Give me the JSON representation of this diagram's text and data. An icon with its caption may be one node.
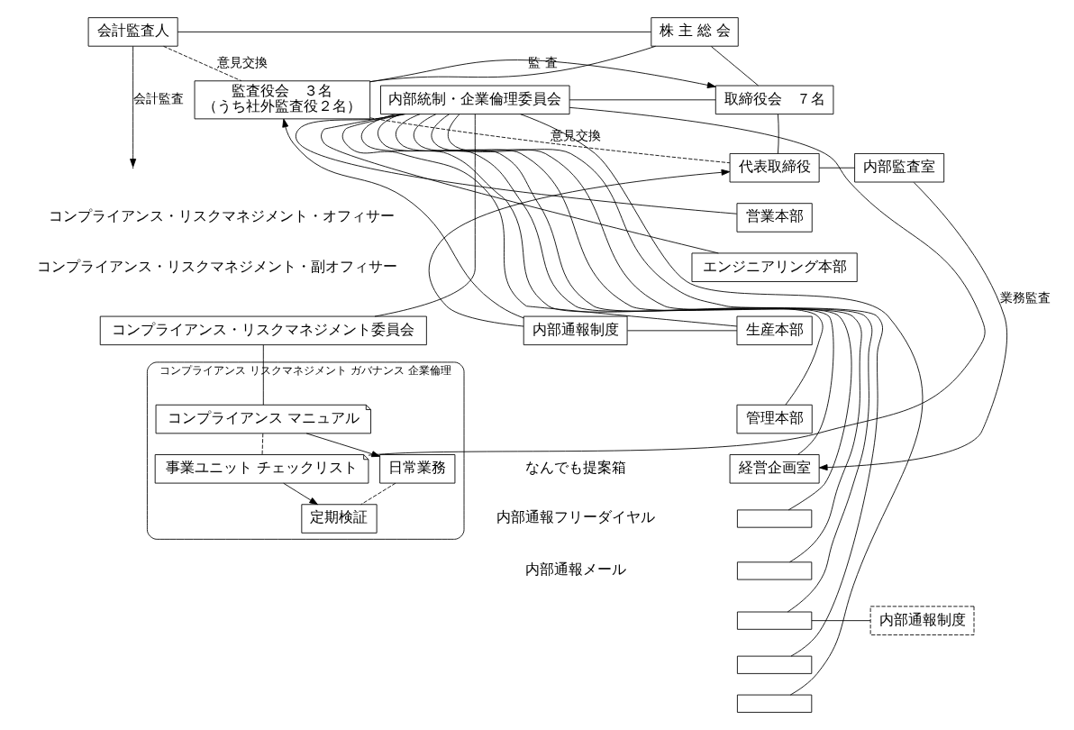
{
  "diagram": {
    "nodes": [
      {
        "text": [
          "会計監査人"
        ]
      },
      {
        "text": [
          "株 主 総 会"
        ]
      },
      {
        "text": [
          "取締役会　７名"
        ]
      },
      {
        "text": [
          "監査役会　３名",
          "（うち社外監査役２名）"
        ]
      },
      {
        "text": [
          "内部統制・企業倫理委員会"
        ]
      },
      {
        "text": [
          "代表取締役"
        ]
      },
      {
        "text": [
          "内部監査室"
        ]
      },
      {
        "text": [
          "コンプライアンス・リスクマネジメント委員会"
        ]
      },
      {
        "text": [
          "コンプライアンス リスクマネジメント ガバナンス 企業倫理"
        ]
      },
      {
        "text": [
          "コンプライアンス マニュアル"
        ],
        "in": 8
      },
      {
        "text": [
          "事業ユニット チェックリスト"
        ],
        "in": 8
      },
      {
        "text": [
          "日常業務"
        ],
        "in": 8
      },
      {
        "text": [
          "定期検証"
        ],
        "in": 8
      },
      {
        "text": [
          "営業本部"
        ]
      },
      {
        "text": [
          "エンジニアリング本部"
        ]
      },
      {
        "text": [
          "生産本部"
        ]
      },
      {
        "text": [
          "管理本部"
        ]
      },
      {
        "text": [
          "経営企画室"
        ]
      },
      {
        "text": [],
        "shape": "box"
      },
      {
        "text": [],
        "shape": "box"
      },
      {
        "text": [],
        "shape": "box"
      },
      {
        "text": [],
        "shape": "box"
      },
      {
        "text": [],
        "shape": "box"
      },
      {
        "text": [
          "内部通報制度"
        ]
      },
      {
        "text": [
          "内部通報制度"
        ]
      }
    ],
    "edges": [
      {
        "from": 0,
        "to": 1,
        "arrow": "none"
      },
      {
        "from": 0,
        "to": null,
        "arrow": "to",
        "label": "会計監査"
      },
      {
        "from": 0,
        "to": 3,
        "arrow": "none",
        "style": "dashed",
        "label": "意見交換"
      },
      {
        "from": 1,
        "to": 2,
        "arrow": "none"
      },
      {
        "from": 1,
        "to": 3,
        "arrow": "none"
      },
      {
        "from": 3,
        "to": 2,
        "arrow": "to",
        "label": "監 査"
      },
      {
        "from": 3,
        "to": 5,
        "arrow": "none",
        "style": "dashed",
        "label": "意見交換"
      },
      {
        "from": 2,
        "to": 5,
        "arrow": "none"
      },
      {
        "from": 4,
        "to": 2,
        "arrow": "none"
      },
      {
        "from": 6,
        "to": 5,
        "arrow": "none"
      },
      {
        "from": 6,
        "to": 17,
        "arrow": "to",
        "label": "業務監査"
      },
      {
        "from": 23,
        "to": 3,
        "arrow": "to"
      },
      {
        "from": 23,
        "to": 5,
        "arrow": "to"
      },
      {
        "from": 4,
        "to": 7,
        "arrow": "none"
      },
      {
        "from": 7,
        "to": 9,
        "arrow": "none"
      },
      {
        "from": 4,
        "to": 13,
        "arrow": "none"
      },
      {
        "from": 4,
        "to": 14,
        "arrow": "none"
      },
      {
        "from": 4,
        "to": 15,
        "arrow": "none"
      },
      {
        "from": 4,
        "to": 16,
        "arrow": "none"
      },
      {
        "from": 4,
        "to": 17,
        "arrow": "none"
      },
      {
        "from": 4,
        "to": 18,
        "arrow": "none"
      },
      {
        "from": 4,
        "to": 19,
        "arrow": "none"
      },
      {
        "from": 4,
        "to": 20,
        "arrow": "none"
      },
      {
        "from": 4,
        "to": 21,
        "arrow": "none"
      },
      {
        "from": 4,
        "to": 22,
        "arrow": "none"
      },
      {
        "from": 10,
        "to": 4,
        "arrow": "none"
      },
      {
        "from": 9,
        "to": 10,
        "arrow": "none",
        "style": "dashed"
      },
      {
        "from": 9,
        "to": 11,
        "arrow": "to"
      },
      {
        "from": 10,
        "to": 12,
        "arrow": "to"
      },
      {
        "from": 11,
        "to": 12,
        "arrow": "none",
        "style": "dashed"
      },
      {
        "from": 15,
        "to": 23,
        "arrow": "none"
      },
      {
        "from": 20,
        "to": 24,
        "arrow": "none"
      }
    ],
    "labels": [
      "コンプライアンス・リスクマネジメント・オフィサー",
      "コンプライアンス・リスクマネジメント・副オフィサー",
      "なんでも提案箱",
      "内部通報フリーダイヤル",
      "内部通報メール"
    ]
  }
}
